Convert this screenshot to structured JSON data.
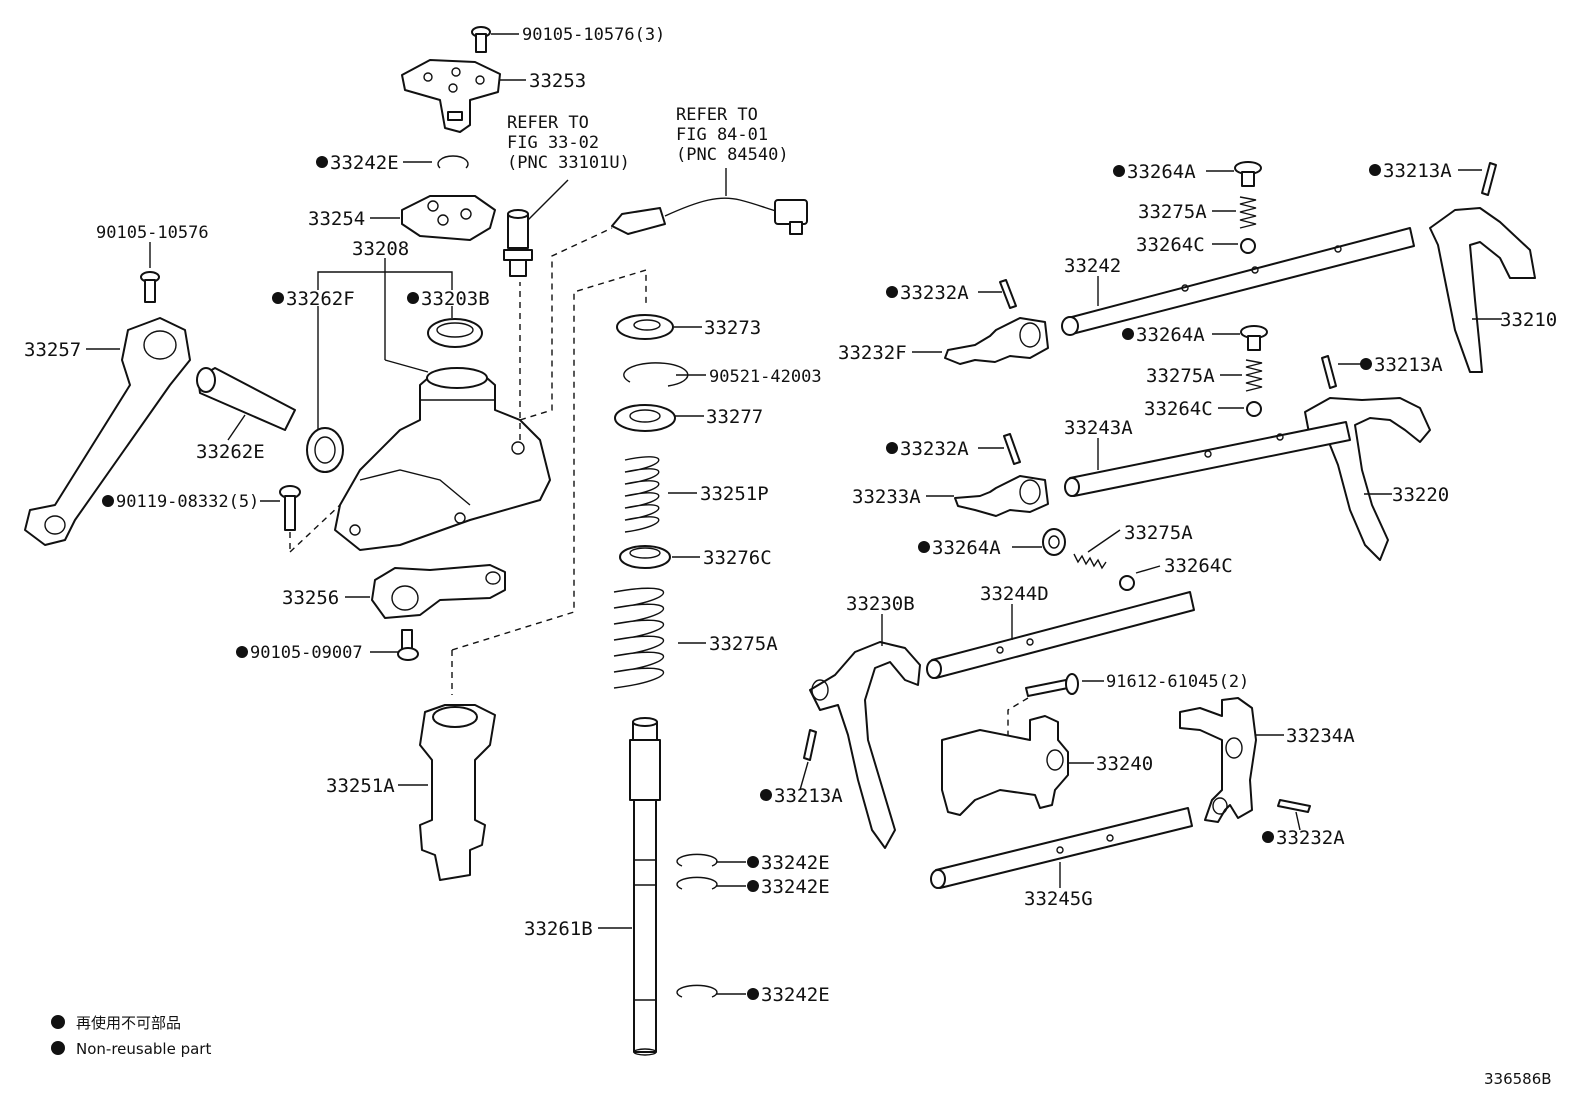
{
  "labels": {
    "l_90105_10576_3": "90105-10576(3)",
    "l_33253": "33253",
    "l_33242E_top": "33242E",
    "l_33254": "33254",
    "l_33208": "33208",
    "l_33262F": "33262F",
    "l_33203B": "33203B",
    "l_90105_10576": "90105-10576",
    "l_33257": "33257",
    "l_33262E": "33262E",
    "l_90119_08332_5": "90119-08332(5)",
    "l_33256": "33256",
    "l_90105_09007": "90105-09007",
    "l_33251A": "33251A",
    "l_refer1_a": "REFER TO",
    "l_refer1_b": "FIG 33-02",
    "l_refer1_c": "(PNC 33101U)",
    "l_refer2_a": "REFER TO",
    "l_refer2_b": "FIG 84-01",
    "l_refer2_c": "(PNC 84540)",
    "l_33273": "33273",
    "l_90521_42003": "90521-42003",
    "l_33277": "33277",
    "l_33251P": "33251P",
    "l_33276C": "33276C",
    "l_33275A_mid": "33275A",
    "l_33261B": "33261B",
    "l_33242E_1": "33242E",
    "l_33242E_2": "33242E",
    "l_33242E_3": "33242E",
    "l_33264A_1": "33264A",
    "l_33275A_1": "33275A",
    "l_33264C_1": "33264C",
    "l_33213A_1": "33213A",
    "l_33242": "33242",
    "l_33232A_1": "33232A",
    "l_33232F": "33232F",
    "l_33210": "33210",
    "l_33264A_2": "33264A",
    "l_33275A_2": "33275A",
    "l_33264C_2": "33264C",
    "l_33213A_2": "33213A",
    "l_33232A_2": "33232A",
    "l_33243A": "33243A",
    "l_33233A": "33233A",
    "l_33220": "33220",
    "l_33264A_3": "33264A",
    "l_33275A_3": "33275A",
    "l_33264C_3": "33264C",
    "l_33230B": "33230B",
    "l_33244D": "33244D",
    "l_91612_61045_2": "91612-61045(2)",
    "l_33213A_3": "33213A",
    "l_33240": "33240",
    "l_33234A": "33234A",
    "l_33232A_3": "33232A",
    "l_33245G": "33245G"
  },
  "legend": {
    "line1": "再使用不可部品",
    "line2": "Non-reusable part"
  },
  "diagram_code": "336586B"
}
